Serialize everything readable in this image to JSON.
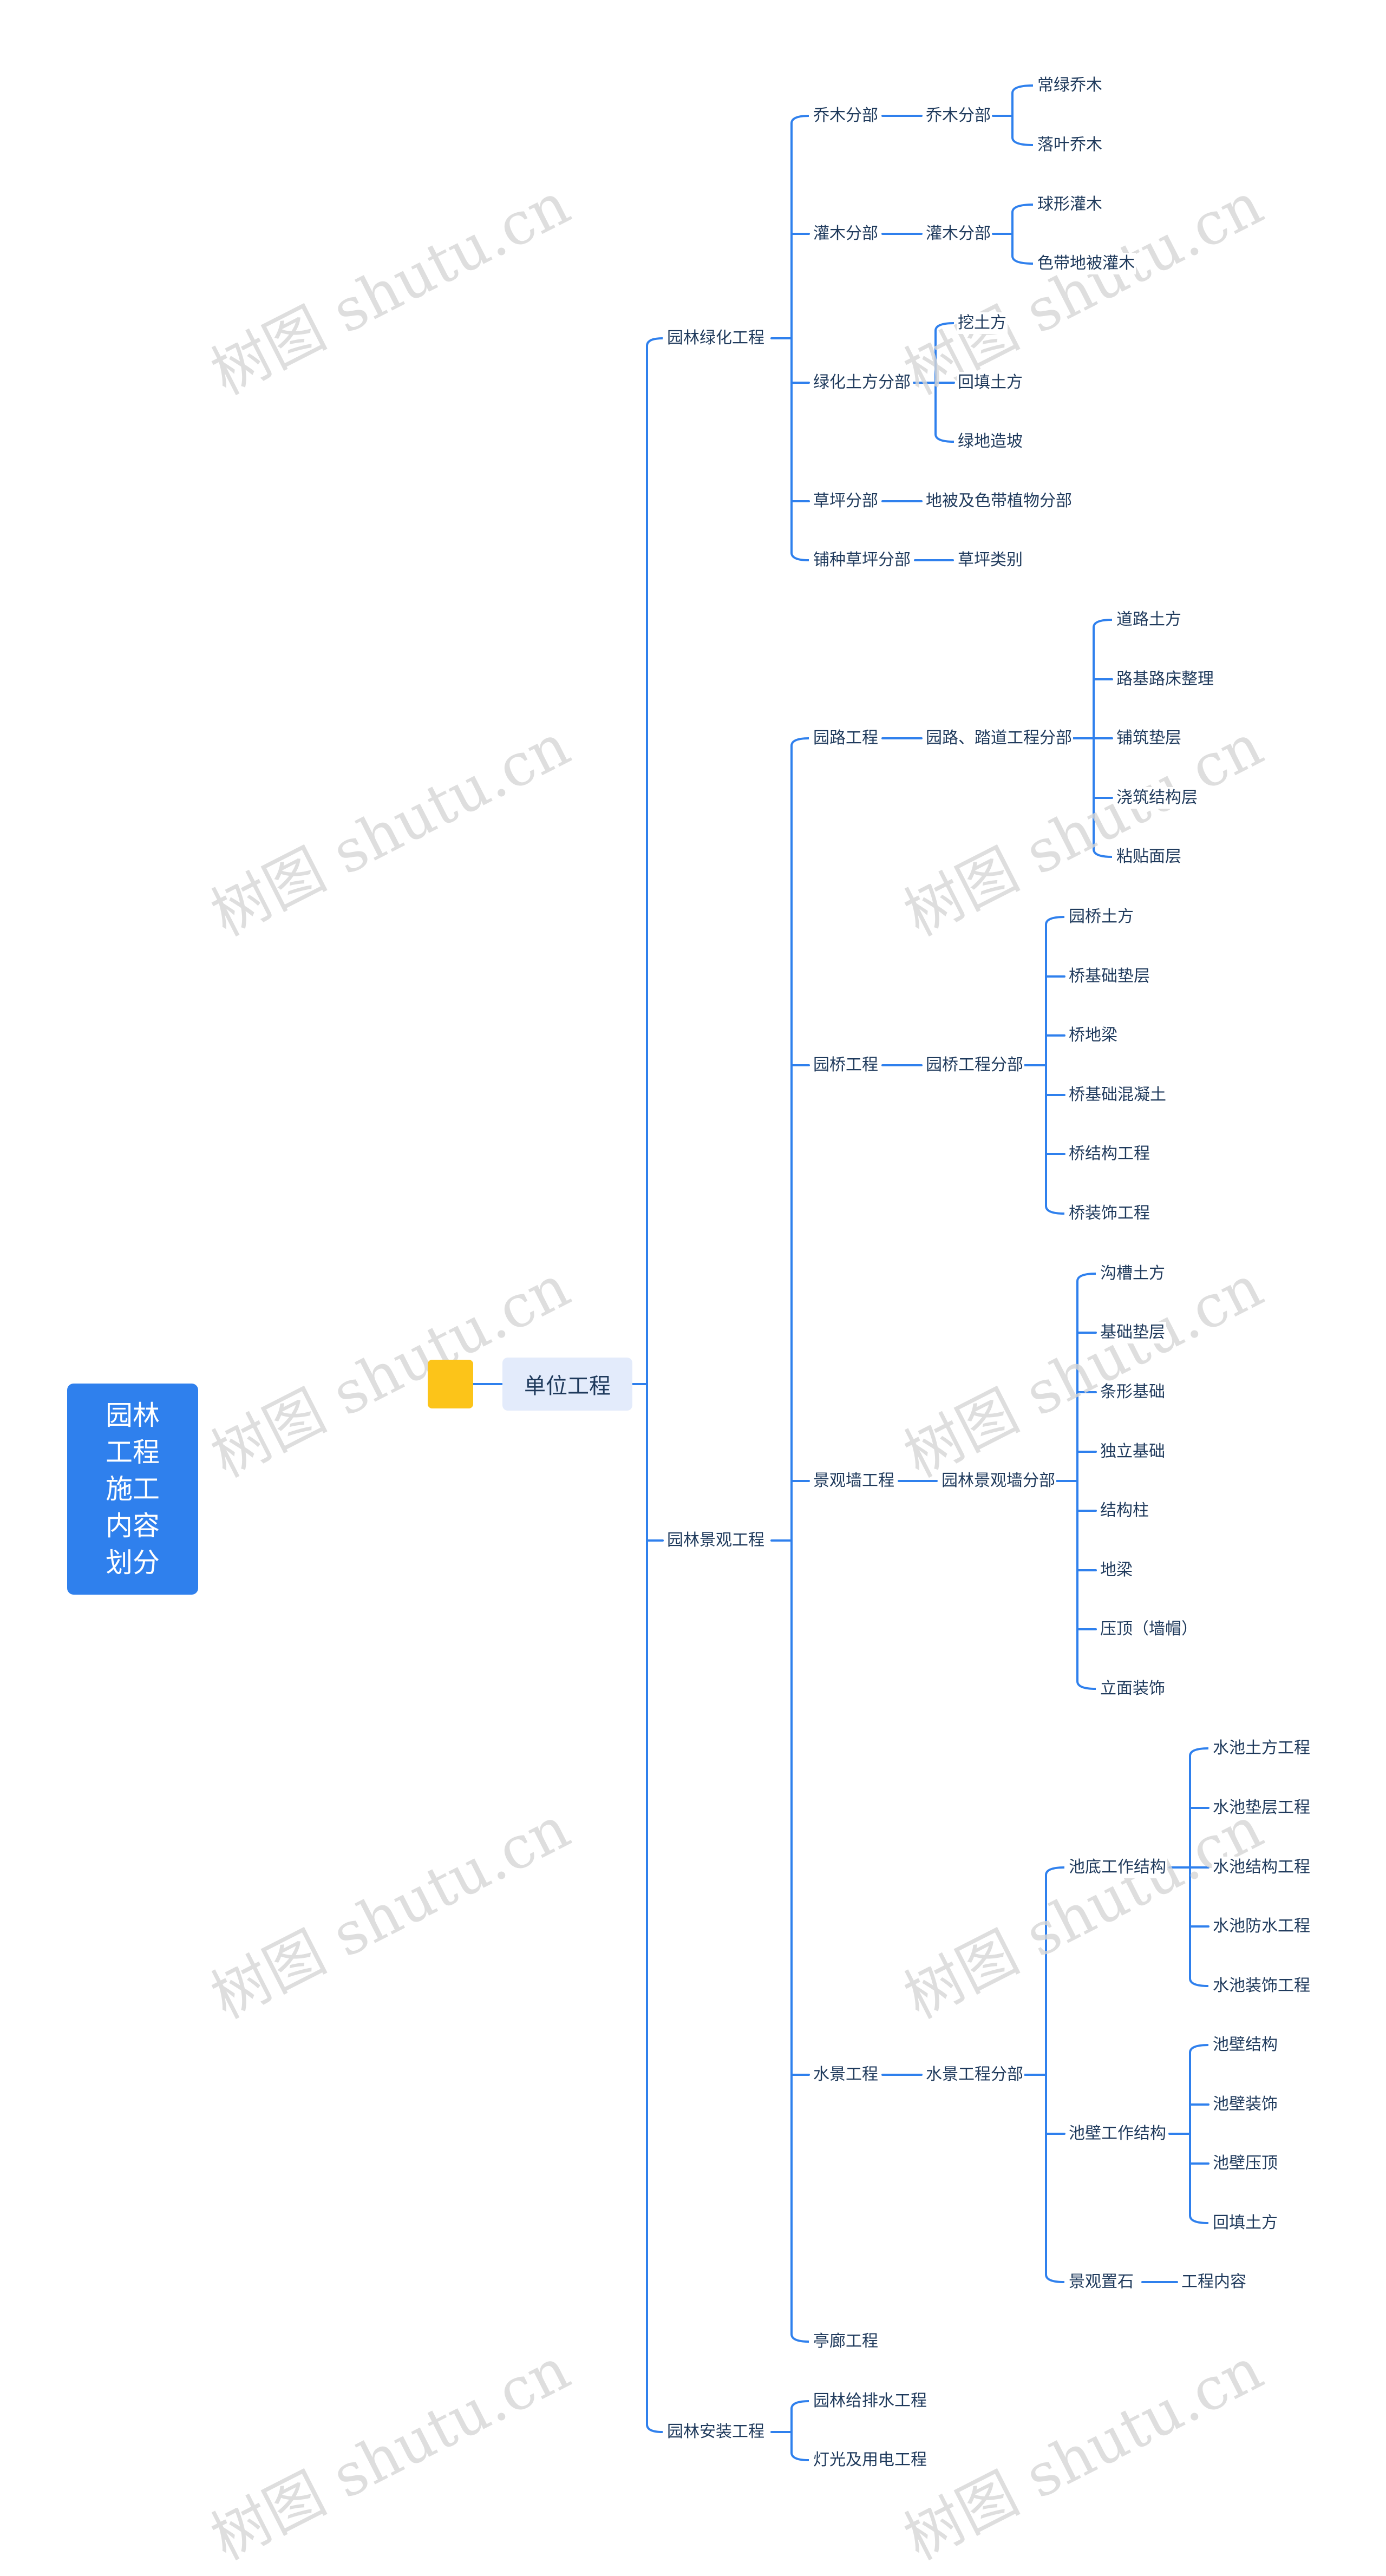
{
  "root": {
    "label": "园林工程施工内容划分"
  },
  "unit": {
    "label": "单位工程"
  },
  "watermark": "树图 shutu.cn",
  "colors": {
    "root": "#2f80ed",
    "unit_bg": "#e3ebfb",
    "accent_square": "#fcc419",
    "line": "#2f80ed",
    "text": "#1f3a5c"
  },
  "level1": [
    "园林绿化工程",
    "园林景观工程",
    "园林安装工程"
  ],
  "green": {
    "children": [
      "乔木分部",
      "灌木分部",
      "绿化土方分部",
      "草坪分部",
      "铺种草坪分部"
    ],
    "qiaomu": {
      "sub": "乔木分部",
      "leaves": [
        "常绿乔木",
        "落叶乔木"
      ]
    },
    "guanmu": {
      "sub": "灌木分部",
      "leaves": [
        "球形灌木",
        "色带地被灌木"
      ]
    },
    "tufang": {
      "leaves": [
        "挖土方",
        "回填土方",
        "绿地造坡"
      ]
    },
    "caoping": {
      "sub": "地被及色带植物分部"
    },
    "puzhong": {
      "sub": "草坪类别"
    }
  },
  "landscape": {
    "children": [
      "园路工程",
      "园桥工程",
      "景观墙工程",
      "水景工程",
      "亭廊工程"
    ],
    "yuanlu": {
      "sub": "园路、踏道工程分部",
      "leaves": [
        "道路土方",
        "路基路床整理",
        "铺筑垫层",
        "浇筑结构层",
        "粘贴面层"
      ]
    },
    "yuanqiao": {
      "sub": "园桥工程分部",
      "leaves": [
        "园桥土方",
        "桥基础垫层",
        "桥地梁",
        "桥基础混凝土",
        "桥结构工程",
        "桥装饰工程"
      ]
    },
    "jingguanqiang": {
      "sub": "园林景观墙分部",
      "leaves": [
        "沟槽土方",
        "基础垫层",
        "条形基础",
        "独立基础",
        "结构柱",
        "地梁",
        "压顶（墙帽）",
        "立面装饰"
      ]
    },
    "shuijing": {
      "sub": "水景工程分部",
      "groups": [
        "池底工作结构",
        "池壁工作结构",
        "景观置石"
      ],
      "chidi": [
        "水池土方工程",
        "水池垫层工程",
        "水池结构工程",
        "水池防水工程",
        "水池装饰工程"
      ],
      "chibi": [
        "池壁结构",
        "池壁装饰",
        "池壁压顶",
        "回填土方"
      ],
      "zhishi": [
        "工程内容"
      ]
    }
  },
  "install": {
    "children": [
      "园林给排水工程",
      "灯光及用电工程"
    ]
  }
}
